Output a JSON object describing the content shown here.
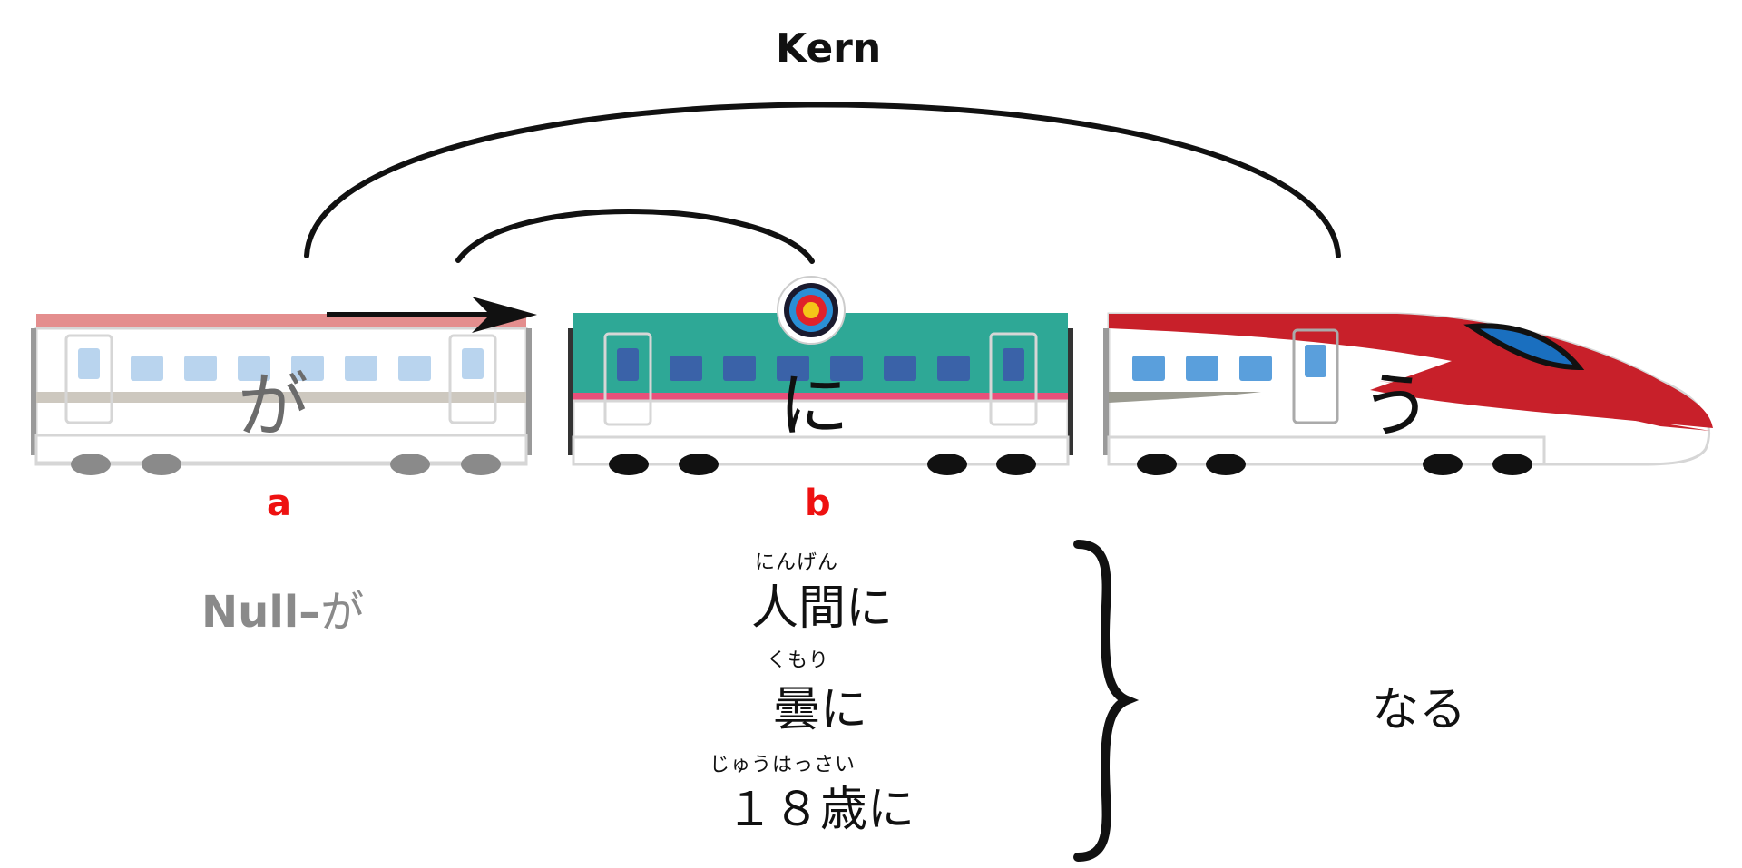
{
  "diagram": {
    "head_label": "Kern",
    "cars": {
      "car_a": {
        "kana": "が",
        "marker": "a"
      },
      "car_b": {
        "kana": "に",
        "marker": "b"
      },
      "car_head": {
        "kana": "う"
      }
    },
    "null_label": {
      "prefix": "Null–",
      "particle": "が"
    },
    "options": [
      {
        "furigana": "にんげん",
        "word": "人間に"
      },
      {
        "furigana": "くもり",
        "word": "曇に"
      },
      {
        "furigana": "じゅうはっさい",
        "word": "１８歳に"
      }
    ],
    "result": "なる",
    "colors": {
      "car_a_roof": "#e48e8e",
      "car_b_body": "#2ea896",
      "car_b_stripe": "#e8507a",
      "head_red": "#c8202a",
      "marker_red": "#ee1111",
      "null_gray": "#8a8a8a"
    }
  }
}
